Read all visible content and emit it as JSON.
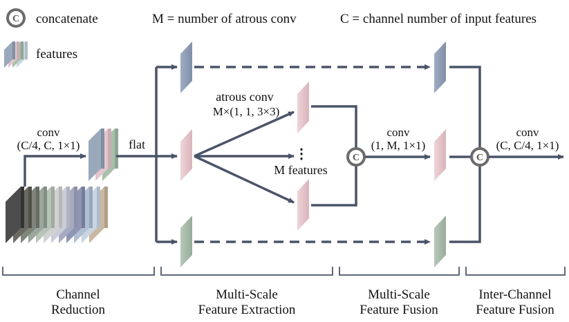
{
  "legend": {
    "concat_symbol": "C",
    "concat_label": "concatenate",
    "features_label": "features",
    "m_def": "M = number of atrous conv",
    "c_def": "C = channel number of input features"
  },
  "labels": {
    "conv1_line1": "conv",
    "conv1_line2": "(C/4, C, 1×1)",
    "flat": "flat",
    "atrous_line1": "atrous conv",
    "atrous_line2": "M×(1, 1, 3×3)",
    "vdots": "⋮",
    "m_features": "M features",
    "conv2_line1": "conv",
    "conv2_line2": "(1, M, 1×1)",
    "conv3_line1": "conv",
    "conv3_line2": "(C, C/4, 1×1)"
  },
  "sections": {
    "s1_line1": "Channel",
    "s1_line2": "Reduction",
    "s2_line1": "Multi-Scale",
    "s2_line2": "Feature Extraction",
    "s3_line1": "Multi-Scale",
    "s3_line2": "Feature Fusion",
    "s4_line1": "Inter-Channel",
    "s4_line2": "Feature Fusion"
  },
  "colors": {
    "arrow": "#4a5468",
    "blue_feature": "#8d9cb3",
    "pink_feature": "#e3c3c8",
    "green_feature": "#a9bcac",
    "concat_ring": "#6b6b6b",
    "bracket": "#5e6778"
  },
  "input_stack_colors": [
    "#4d4d4d",
    "#6a6a62",
    "#80857c",
    "#9aa79a",
    "#b9c4b9",
    "#d1d1d1",
    "#c9cdd7",
    "#a6a9c0",
    "#8f95b5",
    "#b1bfd2",
    "#c9d5e3",
    "#cbb8a3"
  ],
  "reduced_stack_colors": [
    "#9aa8bb",
    "#e3c6cd",
    "#a7c0ab"
  ]
}
